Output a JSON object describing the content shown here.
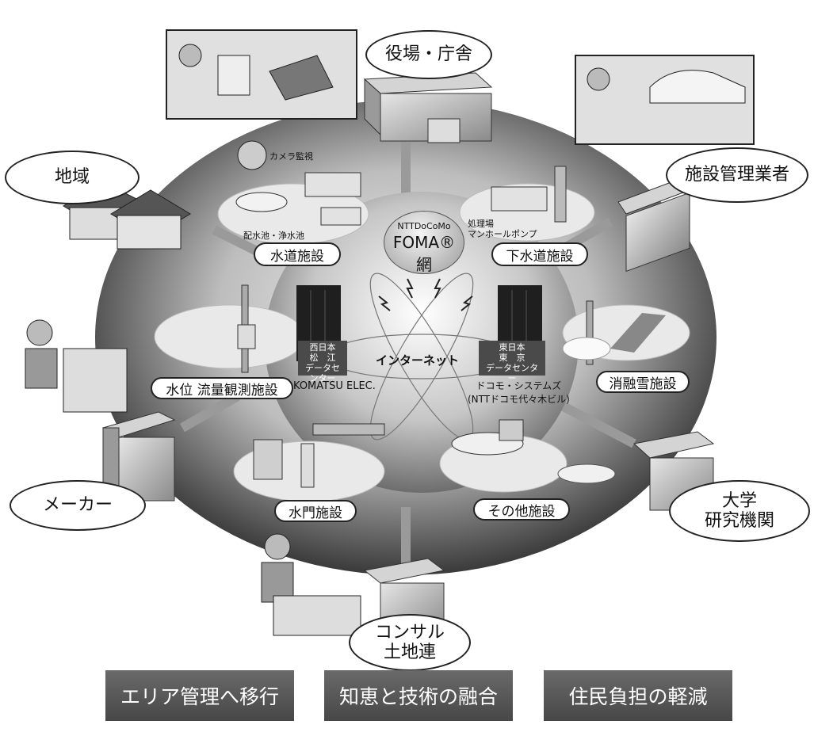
{
  "network": {
    "foma_top": "NTTDoCoMo",
    "foma_main": "FOMA® 網",
    "internet": "インターネット",
    "dc_west": "西日本\n松　江\nデータセンター",
    "dc_east": "東日本\n東　京\nデータセンター",
    "west_company": "KOMATSU ELEC.",
    "east_company": "ドコモ・システムズ\n(NTTドコモ代々木ビル)"
  },
  "stakeholders": {
    "town_hall": "役場・庁舎",
    "region": "地域",
    "facility_manager": "施設管理業者",
    "maker": "メーカー",
    "university": "大学\n研究機関",
    "consultant": "コンサル\n土地連"
  },
  "facilities": {
    "water_supply": "水道施設",
    "sewer": "下水道施設",
    "water_level": "水位 流量観測施設",
    "snow_melt": "消融雪施設",
    "sluice_gate": "水門施設",
    "other": "その他施設"
  },
  "annotations": {
    "camera": "カメラ監視",
    "reservoir": "配水池・浄水池",
    "treatment": "処理場",
    "manhole_pump": "マンホールポンプ"
  },
  "benefits": [
    "エリア管理へ移行",
    "知恵と技術の融合",
    "住民負担の軽減"
  ],
  "colors": {
    "ring_light": "#d8d8d8",
    "ring_dark": "#3a3a3a",
    "button": "#555555"
  }
}
